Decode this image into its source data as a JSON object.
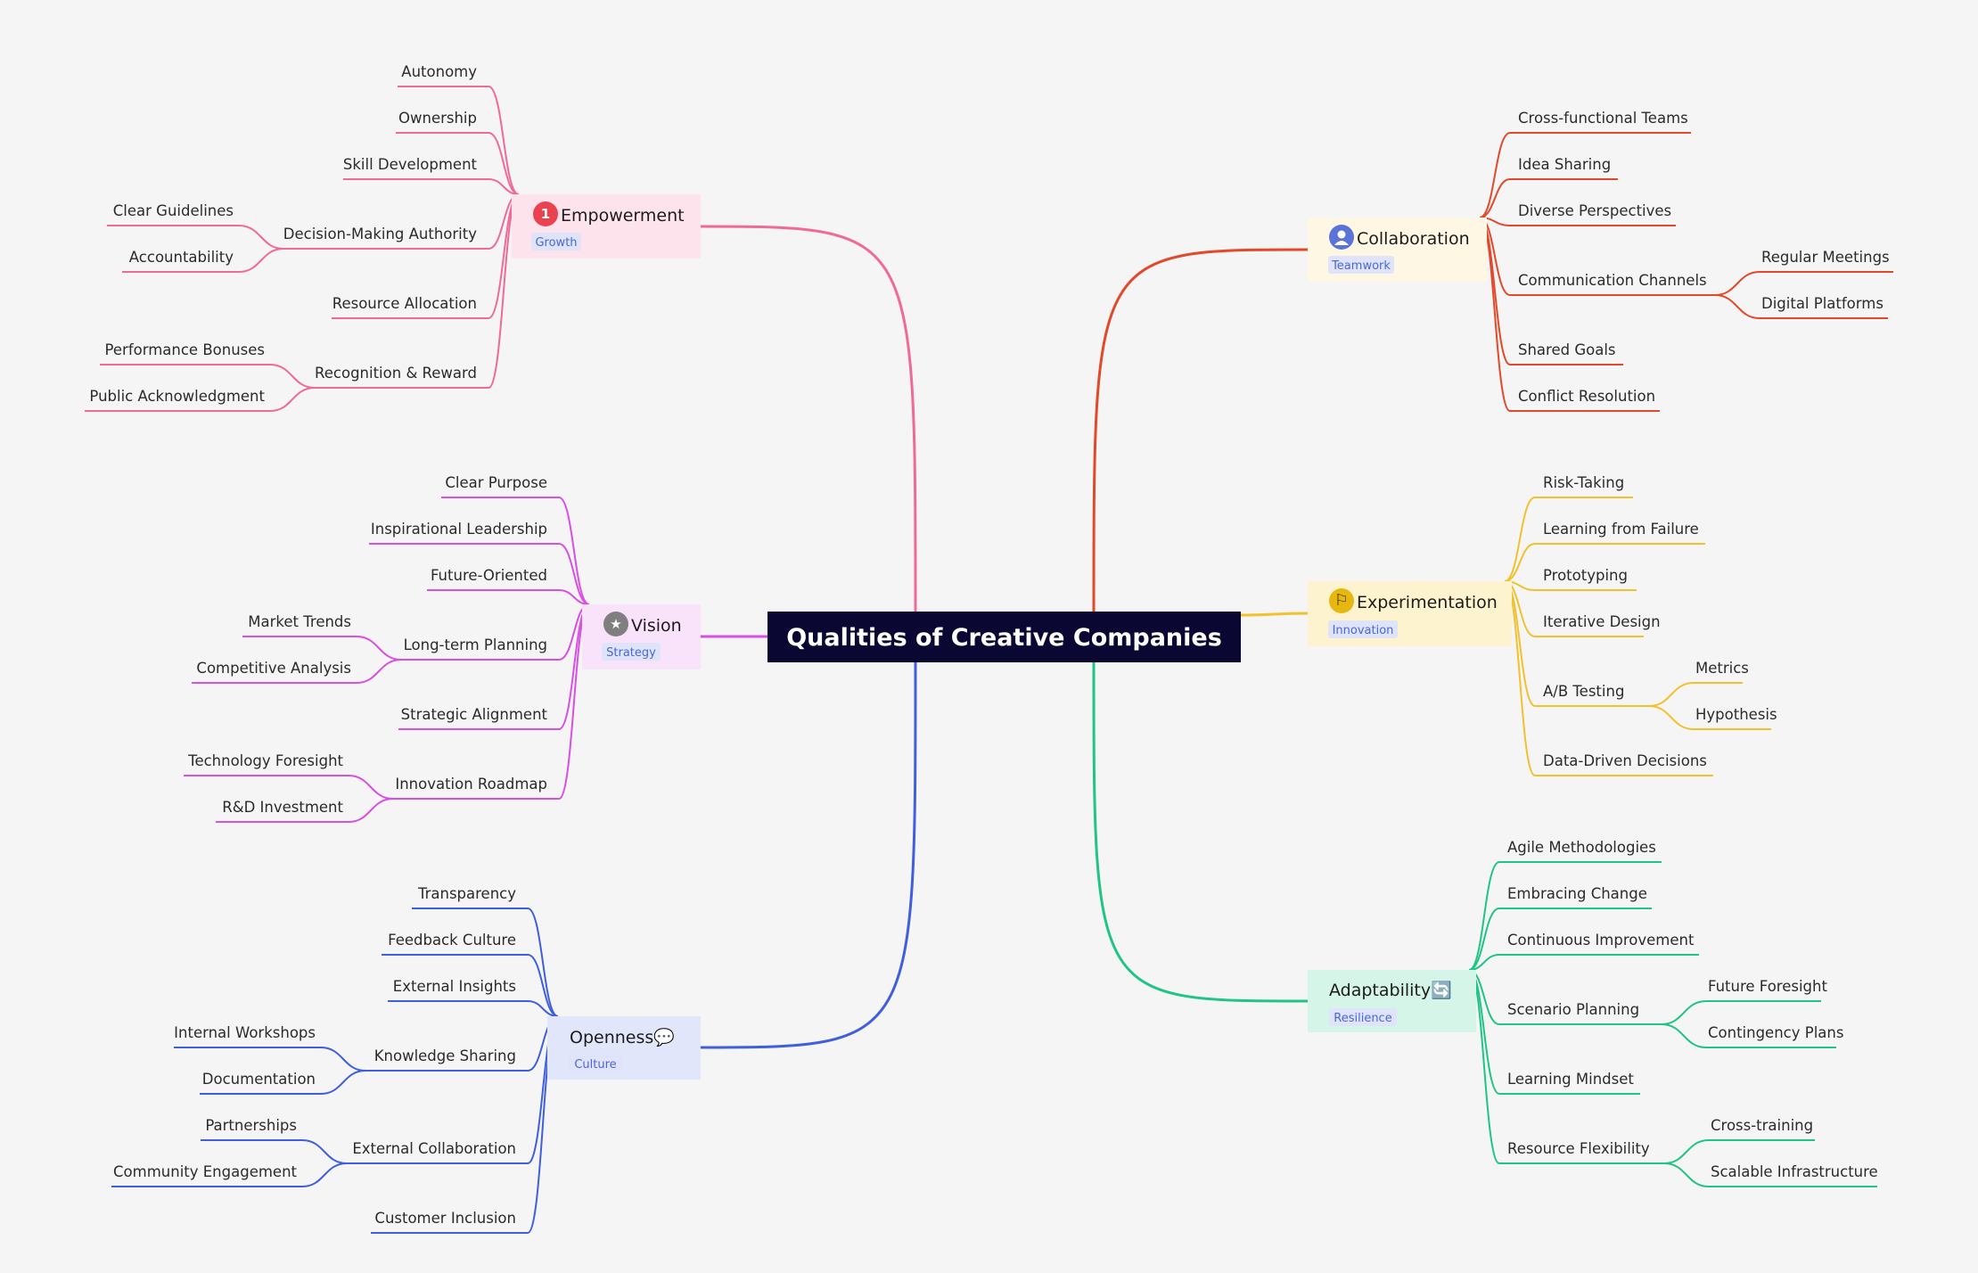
{
  "root": {
    "label": "Qualities of Creative Companies",
    "color": "#0a0833"
  },
  "branches": [
    {
      "id": "empowerment",
      "label": "Empowerment",
      "tag": "Growth",
      "color": "#f06a98",
      "fill": "#fde3ec",
      "icon": "number-one-badge-icon",
      "icon_text": "1",
      "icon_color": "#e8434f",
      "children": [
        {
          "label": "Autonomy"
        },
        {
          "label": "Ownership"
        },
        {
          "label": "Skill Development"
        },
        {
          "label": "Decision-Making Authority",
          "children": [
            {
              "label": "Clear Guidelines"
            },
            {
              "label": "Accountability"
            }
          ]
        },
        {
          "label": "Resource Allocation"
        },
        {
          "label": "Recognition & Reward",
          "children": [
            {
              "label": "Performance Bonuses"
            },
            {
              "label": "Public Acknowledgment"
            }
          ]
        }
      ]
    },
    {
      "id": "vision",
      "label": "Vision",
      "tag": "Strategy",
      "color": "#d94fe3",
      "fill": "#f9e3fb",
      "icon": "star-badge-icon",
      "icon_text": "★",
      "icon_color": "#7f7f7f",
      "children": [
        {
          "label": "Clear Purpose"
        },
        {
          "label": "Inspirational Leadership"
        },
        {
          "label": "Future-Oriented"
        },
        {
          "label": "Long-term Planning",
          "children": [
            {
              "label": "Market Trends"
            },
            {
              "label": "Competitive Analysis"
            }
          ]
        },
        {
          "label": "Strategic Alignment"
        },
        {
          "label": "Innovation Roadmap",
          "children": [
            {
              "label": "Technology Foresight"
            },
            {
              "label": "R&D Investment"
            }
          ]
        }
      ]
    },
    {
      "id": "openness",
      "label": "Openness💬",
      "tag": "Culture",
      "color": "#3f5fdf",
      "fill": "#e2e6fb",
      "icon": "",
      "icon_text": "",
      "icon_color": "",
      "children": [
        {
          "label": "Transparency"
        },
        {
          "label": "Feedback Culture"
        },
        {
          "label": "External Insights"
        },
        {
          "label": "Knowledge Sharing",
          "children": [
            {
              "label": "Internal Workshops"
            },
            {
              "label": "Documentation"
            }
          ]
        },
        {
          "label": "External Collaboration",
          "children": [
            {
              "label": "Partnerships"
            },
            {
              "label": "Community Engagement"
            }
          ]
        },
        {
          "label": "Customer Inclusion"
        }
      ]
    },
    {
      "id": "collaboration",
      "label": "Collaboration",
      "tag": "Teamwork",
      "color": "#e2492a",
      "fill": "#fef7e4",
      "icon": "user-badge-icon",
      "icon_text": "",
      "icon_color": "#5a73d8",
      "children": [
        {
          "label": "Cross-functional Teams"
        },
        {
          "label": "Idea Sharing"
        },
        {
          "label": "Diverse Perspectives"
        },
        {
          "label": "Communication Channels",
          "children": [
            {
              "label": "Regular Meetings"
            },
            {
              "label": "Digital Platforms"
            }
          ]
        },
        {
          "label": "Shared Goals"
        },
        {
          "label": "Conflict Resolution"
        }
      ]
    },
    {
      "id": "experimentation",
      "label": "Experimentation",
      "tag": "Innovation",
      "color": "#f2c12e",
      "fill": "#fdf3cf",
      "icon": "flag-badge-icon",
      "icon_text": "⚐",
      "icon_color": "#e6b80f",
      "children": [
        {
          "label": "Risk-Taking"
        },
        {
          "label": "Learning from Failure"
        },
        {
          "label": "Prototyping"
        },
        {
          "label": "Iterative Design"
        },
        {
          "label": "A/B Testing",
          "children": [
            {
              "label": "Metrics"
            },
            {
              "label": "Hypothesis"
            }
          ]
        },
        {
          "label": "Data-Driven Decisions"
        }
      ]
    },
    {
      "id": "adaptability",
      "label": "Adaptability🔄",
      "tag": "Resilience",
      "color": "#1fc486",
      "fill": "#d4f5e7",
      "icon": "",
      "icon_text": "",
      "icon_color": "",
      "children": [
        {
          "label": "Agile Methodologies"
        },
        {
          "label": "Embracing Change"
        },
        {
          "label": "Continuous Improvement"
        },
        {
          "label": "Scenario Planning",
          "children": [
            {
              "label": "Future Foresight"
            },
            {
              "label": "Contingency Plans"
            }
          ]
        },
        {
          "label": "Learning Mindset"
        },
        {
          "label": "Resource Flexibility",
          "children": [
            {
              "label": "Cross-training"
            },
            {
              "label": "Scalable Infrastructure"
            }
          ]
        }
      ]
    }
  ]
}
